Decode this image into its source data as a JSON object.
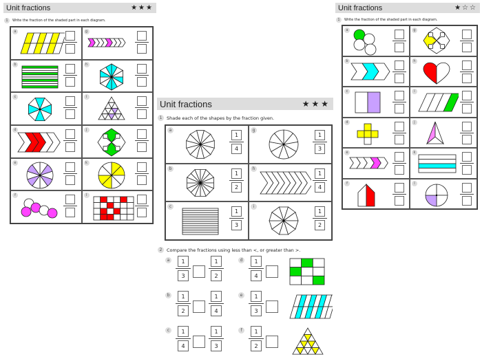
{
  "colors": {
    "title_bar": "#dddddd",
    "yellow": "#ffff00",
    "green": "#00e000",
    "cyan": "#00ffff",
    "red": "#ff0000",
    "purple": "#c9a0ff",
    "magenta": "#ff44ff",
    "pink": "#ff88ff"
  },
  "left": {
    "title": "Unit fractions",
    "stars": "★★★",
    "q1": {
      "num": "1",
      "text": "Write the fraction of the shaded part in each diagram."
    },
    "cells": [
      {
        "label": "a"
      },
      {
        "label": "g"
      },
      {
        "label": "b"
      },
      {
        "label": "h"
      },
      {
        "label": "c"
      },
      {
        "label": "i"
      },
      {
        "label": "d"
      },
      {
        "label": "j"
      },
      {
        "label": "e"
      },
      {
        "label": "k"
      },
      {
        "label": "f"
      },
      {
        "label": "l"
      }
    ]
  },
  "middle": {
    "title": "Unit fractions",
    "stars": "★★★",
    "q1": {
      "num": "1",
      "text": "Shade each of the shapes by the fraction given."
    },
    "cells": [
      {
        "label": "a",
        "num": "1",
        "den": "4"
      },
      {
        "label": "g",
        "num": "1",
        "den": "3"
      },
      {
        "label": "b",
        "num": "1",
        "den": "2"
      },
      {
        "label": "h",
        "num": "1",
        "den": "4"
      },
      {
        "label": "c",
        "num": "1",
        "den": "3"
      },
      {
        "label": "i",
        "num": "1",
        "den": "2"
      }
    ],
    "q2": {
      "num": "2",
      "text": "Compare the fractions using less than <, or greater than >.",
      "items": [
        {
          "label": "a",
          "left": {
            "num": "1",
            "den": "3"
          },
          "right": {
            "num": "1",
            "den": "2"
          }
        },
        {
          "label": "b",
          "left": {
            "num": "1",
            "den": "2"
          },
          "right": {
            "num": "1",
            "den": "4"
          }
        },
        {
          "label": "c",
          "left": {
            "num": "1",
            "den": "4"
          },
          "right": {
            "num": "1",
            "den": "3"
          }
        },
        {
          "label": "d",
          "left": {
            "num": "1",
            "den": "4"
          }
        },
        {
          "label": "e",
          "left": {
            "num": "1",
            "den": "3"
          }
        },
        {
          "label": "f",
          "left": {
            "num": "1",
            "den": "2"
          }
        }
      ]
    }
  },
  "right": {
    "title": "Unit fractions",
    "stars": "★☆☆",
    "q1": {
      "num": "1",
      "text": "Write the fraction of the shaded part in each diagram."
    },
    "cells": [
      {
        "label": "a"
      },
      {
        "label": "g"
      },
      {
        "label": "b"
      },
      {
        "label": "h"
      },
      {
        "label": "c"
      },
      {
        "label": "i"
      },
      {
        "label": "d"
      },
      {
        "label": "j"
      },
      {
        "label": "e"
      },
      {
        "label": "k"
      },
      {
        "label": "f"
      },
      {
        "label": "l"
      }
    ]
  }
}
